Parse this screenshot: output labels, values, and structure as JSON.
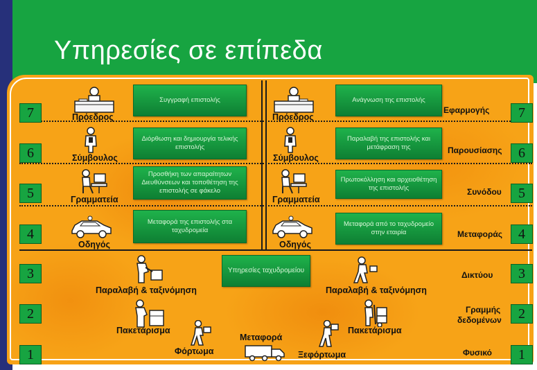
{
  "title": "Υπηρεσίες σε επίπεδα",
  "layer_numbers": {
    "l7": "7",
    "l6": "6",
    "l5": "5",
    "l4": "4",
    "l3": "3",
    "l2": "2",
    "l1": "1"
  },
  "left_column": {
    "l7_role": "Πρόεδρος",
    "l7_task": "Συγγραφή επιστολής",
    "l6_role": "Σύμβουλος",
    "l6_task": "Διόρθωση και δημιουργία τελικής επιστολής",
    "l5_role": "Γραμματεία",
    "l5_task": "Προσθήκη των απαραίτητων Διευθύνσεων και τοποθέτηση της επιστολής σε φάκελο",
    "l4_role": "Οδηγός",
    "l4_task": "Μεταφορά της επιστολής στα ταχυδρομεία"
  },
  "right_column": {
    "l7_role": "Πρόεδρος",
    "l7_task": "Ανάγνωση της επιστολής",
    "l6_role": "Σύμβουλος",
    "l6_task": "Παραλαβή της επιστολής και μετάφραση της",
    "l5_role": "Γραμματεία",
    "l5_task": "Πρωτοκόλληση και αρχειοθέτηση της επιστολής",
    "l4_role": "Οδηγός",
    "l4_task": "Μεταφορά από το ταχυδρομείο στην εταιρία"
  },
  "layer_names": {
    "l7": "Εφαρμογής",
    "l6": "Παρουσίασης",
    "l5": "Συνόδου",
    "l4": "Μεταφοράς",
    "l3": "Δικτύου",
    "l2_line1": "Γραμμής",
    "l2_line2": "δεδομένων",
    "l1": "Φυσικό"
  },
  "lower": {
    "postal_services": "Υπηρεσίες ταχυδρομείου",
    "left_sorting": "Παραλαβή & ταξινόμηση",
    "right_sorting": "Παραλαβή & ταξινόμηση",
    "left_packing": "Πακετάρισμα",
    "right_packing": "Πακετάρισμα",
    "loading": "Φόρτωμα",
    "transport": "Μεταφορά",
    "unloading": "Ξεφόρτωμα"
  },
  "colors": {
    "green": "#17a441",
    "orange": "#f7a317",
    "blue": "#26307a"
  },
  "icons": [
    "desk-person-icon",
    "standing-person-icon",
    "seated-typist-icon",
    "car-icon",
    "worker-box-icon",
    "hand-truck-icon",
    "walking-carrier-icon",
    "truck-icon"
  ]
}
